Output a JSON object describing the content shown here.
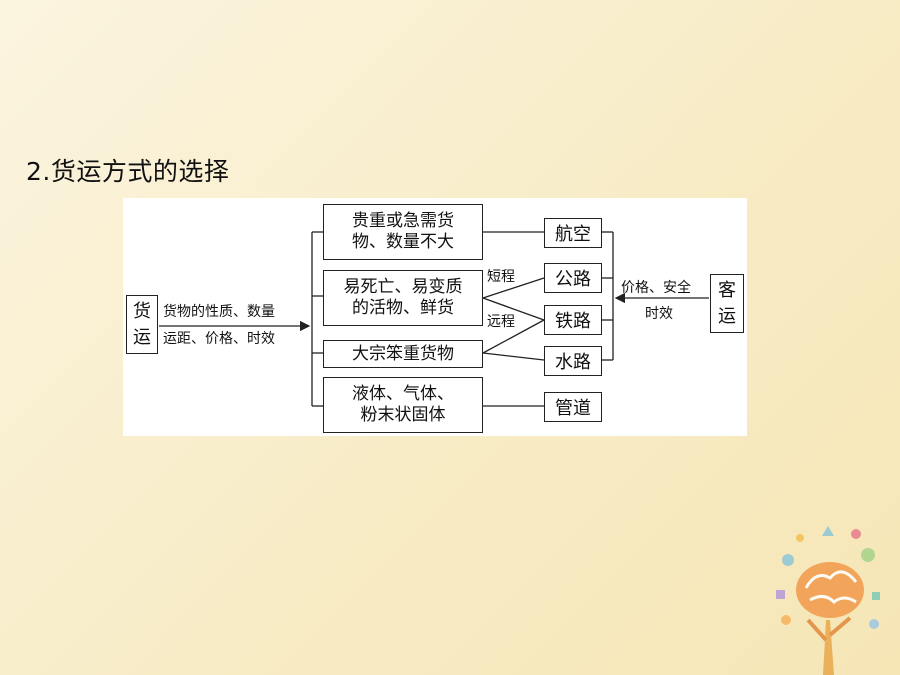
{
  "title": "2.货运方式的选择",
  "diagram": {
    "freight_label": "货运",
    "passenger_label": "客运",
    "freight_factors_line1": "货物的性质、数量",
    "freight_factors_line2": "运距、价格、时效",
    "passenger_factors_line1": "价格、安全",
    "passenger_factors_line2": "时效",
    "short_distance": "短程",
    "long_distance": "远程",
    "cargo_types": [
      {
        "line1": "贵重或急需货",
        "line2": "物、数量不大"
      },
      {
        "line1": "易死亡、易变质",
        "line2": "的活物、鲜货"
      },
      {
        "line1": "大宗笨重货物",
        "line2": ""
      },
      {
        "line1": "液体、气体、",
        "line2": "粉末状固体"
      }
    ],
    "modes": [
      "航空",
      "公路",
      "铁路",
      "水路",
      "管道"
    ]
  }
}
